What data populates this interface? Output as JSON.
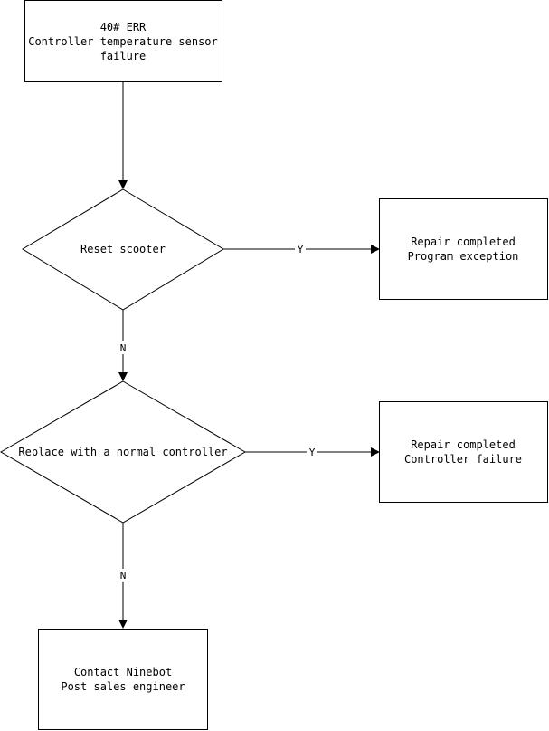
{
  "nodes": {
    "start": {
      "lines": [
        "40# ERR",
        "Controller temperature sensor",
        "failure"
      ]
    },
    "decision_reset": {
      "lines": [
        "Reset scooter"
      ]
    },
    "result_program": {
      "lines": [
        "Repair completed",
        "Program exception"
      ]
    },
    "decision_replace": {
      "lines": [
        "Replace with a normal controller"
      ]
    },
    "result_controller": {
      "lines": [
        "Repair completed",
        "Controller failure"
      ]
    },
    "contact": {
      "lines": [
        "Contact Ninebot",
        "Post sales engineer"
      ]
    }
  },
  "edges": {
    "reset_yes": "Y",
    "reset_no": "N",
    "replace_yes": "Y",
    "replace_no": "N"
  },
  "colors": {
    "stroke": "#000000",
    "fill": "#ffffff",
    "text": "#000000"
  }
}
